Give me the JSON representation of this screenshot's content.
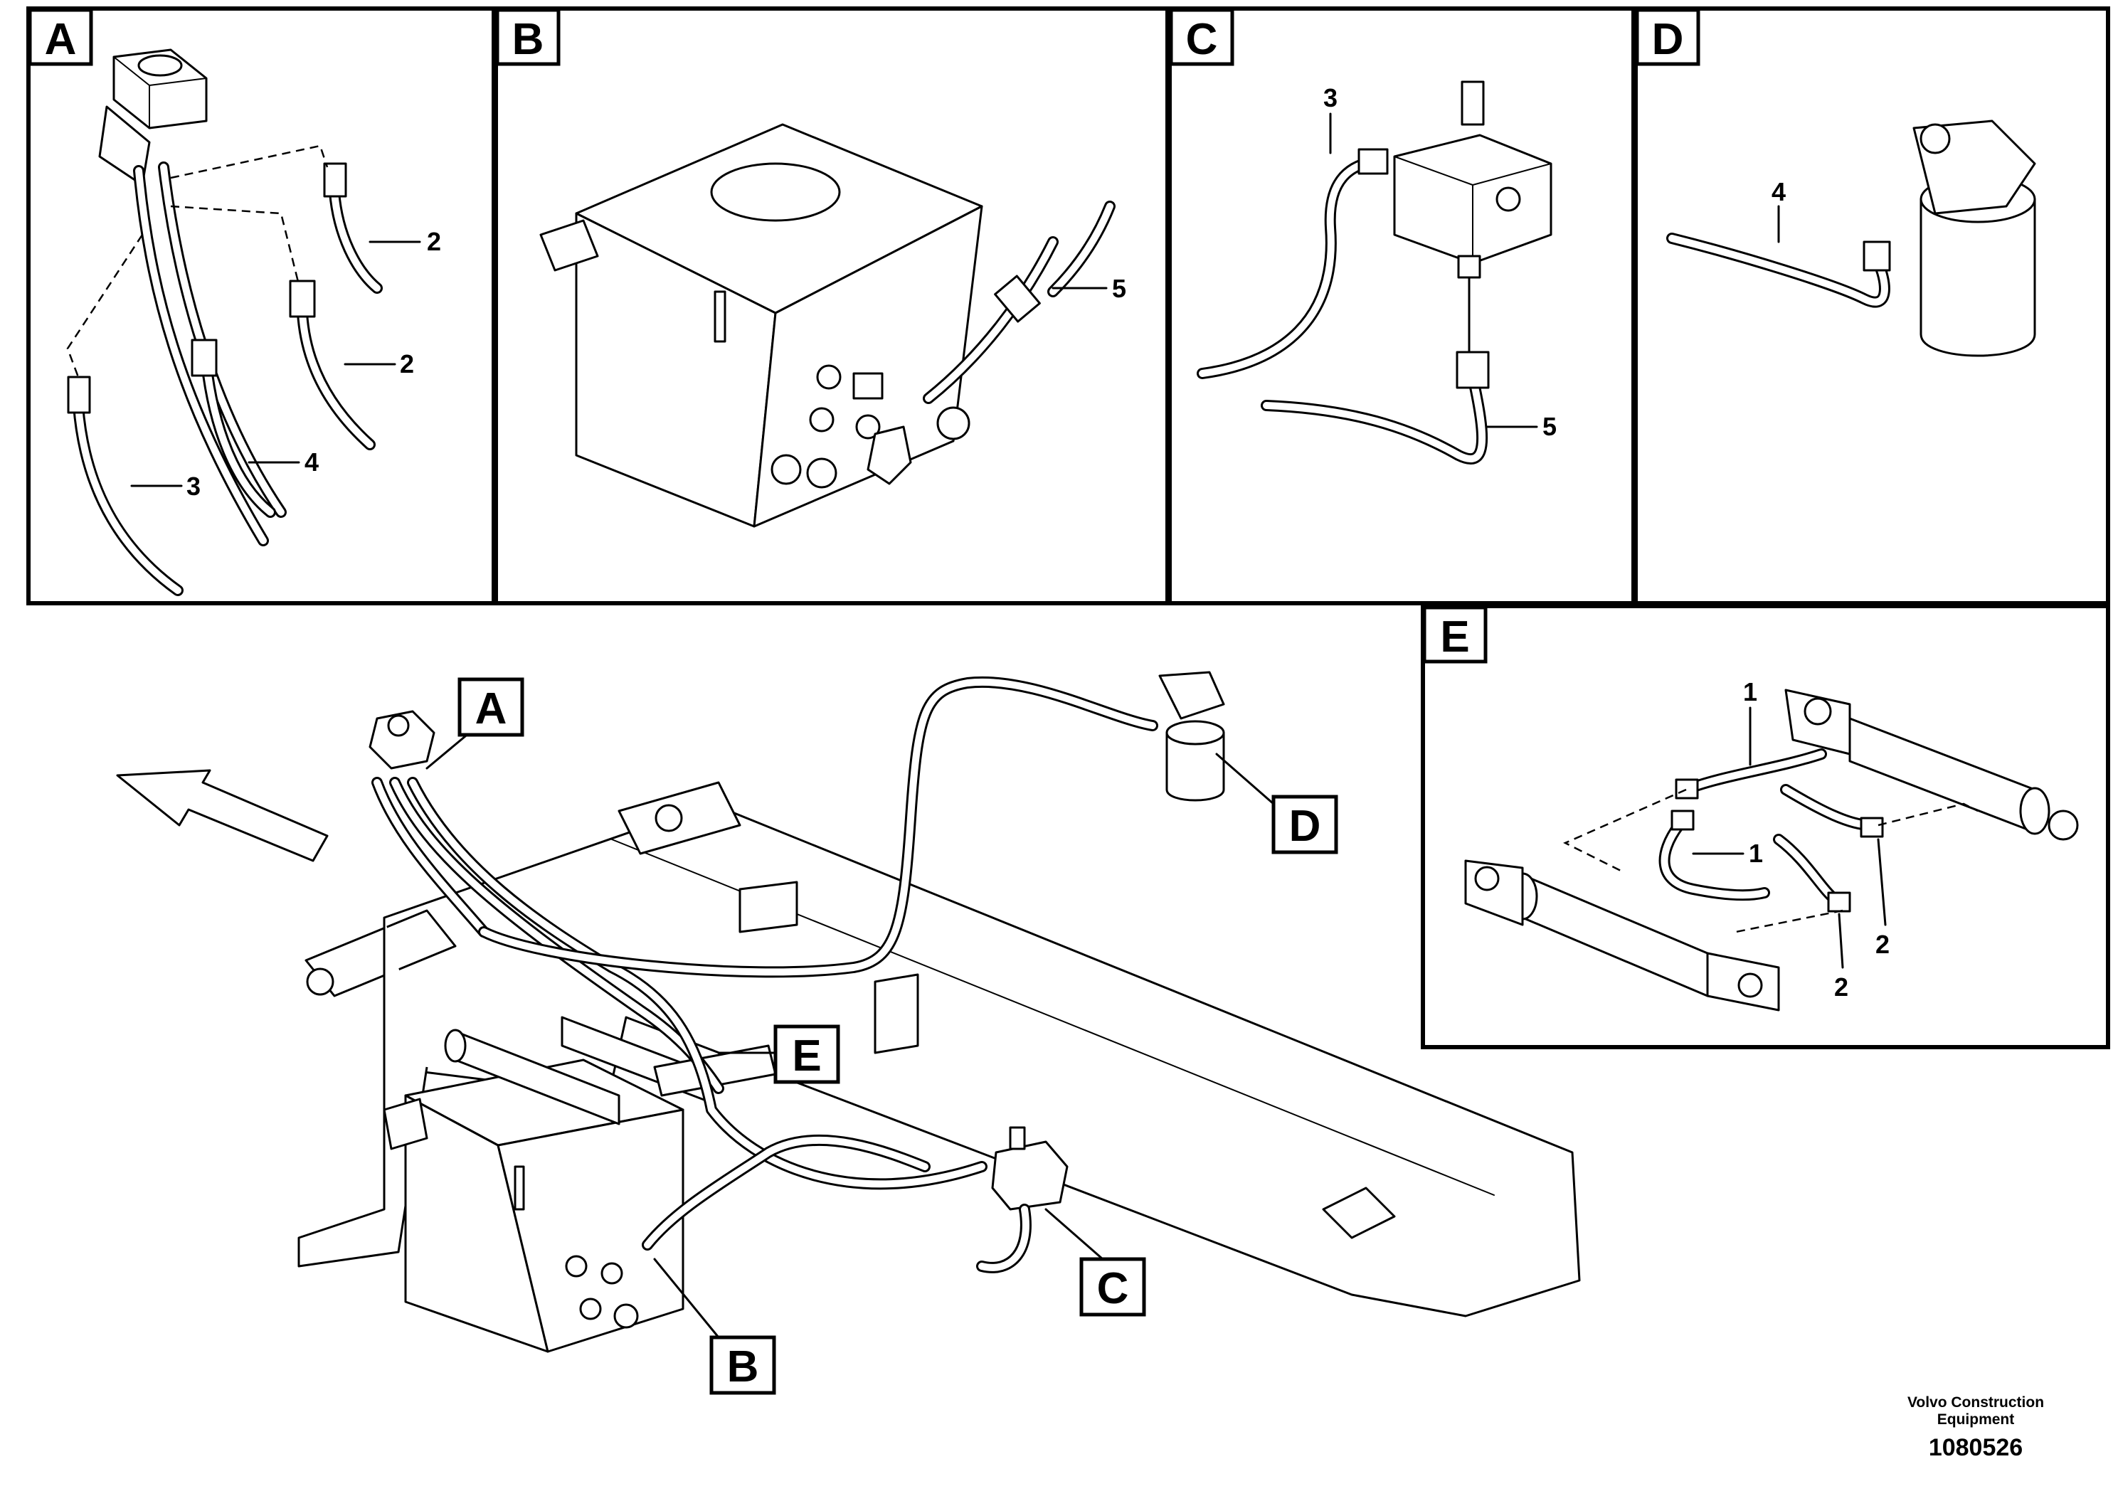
{
  "panels": {
    "A": {
      "letter": "A",
      "callouts": [
        "2",
        "2",
        "3",
        "4"
      ]
    },
    "B": {
      "letter": "B",
      "callouts": [
        "5"
      ]
    },
    "C": {
      "letter": "C",
      "callouts": [
        "3",
        "5"
      ]
    },
    "D": {
      "letter": "D",
      "callouts": [
        "4"
      ]
    },
    "E": {
      "letter": "E",
      "callouts": [
        "1",
        "1",
        "2",
        "2"
      ]
    }
  },
  "main_callouts": [
    "A",
    "B",
    "C",
    "D",
    "E"
  ],
  "footer": {
    "company_line1": "Volvo Construction",
    "company_line2": "Equipment",
    "drawing_number": "1080526"
  },
  "colors": {
    "line": "#000000",
    "background": "#ffffff"
  }
}
